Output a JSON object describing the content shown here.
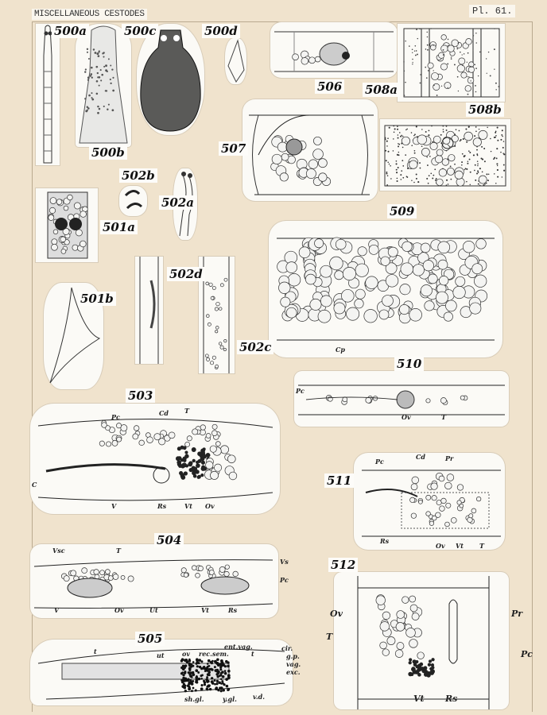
{
  "header": {
    "title": "MISCELLANEOUS CESTODES",
    "plate": "Pl. 61."
  },
  "figures": {
    "f500a": "500a",
    "f500b": "500b",
    "f500c": "500c",
    "f500d": "500d",
    "f501a": "501a",
    "f501b": "501b",
    "f502a": "502a",
    "f502b": "502b",
    "f502c": "502c",
    "f502d": "502d",
    "f503": "503",
    "f504": "504",
    "f505": "505",
    "f506": "506",
    "f507": "507",
    "f508a": "508a",
    "f508b": "508b",
    "f509": "509",
    "f510": "510",
    "f511": "511",
    "f512": "512"
  },
  "annotations": {
    "a509": [
      "Cp"
    ],
    "a510": [
      "Pc",
      "Ov",
      "T"
    ],
    "a503": [
      "Pc",
      "Cd",
      "T",
      "C",
      "V",
      "Rs",
      "Vt",
      "Ov"
    ],
    "a511": [
      "Pc",
      "Cd",
      "Pr",
      "Rs",
      "Ov",
      "Vt",
      "T"
    ],
    "a504": [
      "Vsc",
      "T",
      "Vs",
      "Pc",
      "V",
      "Ov",
      "Ut",
      "Vt",
      "Rs"
    ],
    "a512": [
      "Ov",
      "T",
      "Pr",
      "Pc",
      "Vt",
      "Rs"
    ],
    "a505": [
      "t",
      "ut",
      "ov",
      "rec.sem.",
      "ent.vag.",
      "t",
      "cir.",
      "g.p.",
      "vag.",
      "exc.",
      "sh.gl.",
      "y.gl.",
      "v.d."
    ]
  }
}
